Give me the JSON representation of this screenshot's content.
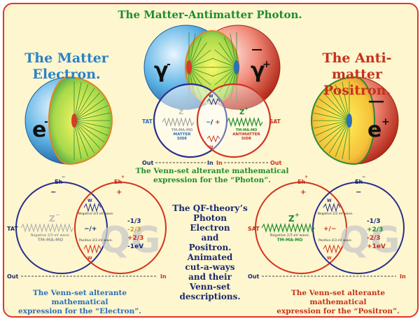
{
  "title": "The Matter-Antimatter Photon.",
  "matter_title": [
    "The Matter",
    "Electron."
  ],
  "antimatter_title": [
    "The Anti-matter",
    "Positron."
  ],
  "electron_symbol": "e",
  "electron_sup": "-",
  "positron_symbol": "e",
  "positron_sup": "+",
  "gamma": "γ",
  "gamma_sup": "-",
  "gamma_bar": "γ",
  "gamma_bar_sup": "+",
  "photon_diagram": {
    "left_label": "TAT",
    "right_label": "SAT",
    "z_left": "Z",
    "z_left_sup": "−",
    "z_right": "Z",
    "z_right_sup": "+",
    "w_top": "W",
    "w_bottom": "W",
    "matter_side": [
      "TM-MA-MO",
      "MATTER",
      "SIDE"
    ],
    "antimatter_side": [
      "TM-MA-MO",
      "ANTIMATTER",
      "SIDE"
    ],
    "center_signs": [
      "−",
      "/",
      "+"
    ],
    "out_left": "Out",
    "in_left": "In",
    "in_right": "In",
    "out_right": "Out",
    "caption": [
      "The Venn-set alterante mathematical",
      "expression for the “Photon”."
    ]
  },
  "electron_diagram": {
    "eh_left": "Eh",
    "eh_right": "Eh",
    "eh_left_sign": "−",
    "eh_right_sign": "+",
    "tat": "TAT",
    "z": "Z",
    "z_sup": "−",
    "z_caption": [
      "Negative 2/3 eV wave.",
      "TM-MA-MO"
    ],
    "w_top": "W",
    "w_top_caption": "Negative 2/3 eV wave.",
    "w_bottom": "W",
    "w_bottom_caption": "Positive 2/3 eV wave.",
    "center": "−/+",
    "values": [
      "-1/3",
      "-2/3",
      "+2/3",
      "-1eV"
    ],
    "watermark": "QG",
    "out": "Out",
    "in": "In",
    "caption": [
      "The Venn-set alterante mathematical",
      "expression for the “Electron”."
    ]
  },
  "positron_diagram": {
    "eh_left": "Eh",
    "eh_right": "Eh",
    "eh_left_sign": "+",
    "eh_right_sign": "−",
    "sat": "SAT",
    "z": "Z",
    "z_sup": "+",
    "z_caption": [
      "Negative 2/3 eV wave.",
      "TM-MA-MO"
    ],
    "w_top": "W",
    "w_top_caption": "Negative 2/3 eV wave.",
    "w_bottom": "W",
    "w_bottom_caption": "Positive 2/3 eV wave.",
    "center": "+/−",
    "values": [
      "-1/3",
      "+2/3",
      "-2/3",
      "+1eV"
    ],
    "watermark": "QG",
    "out": "Out",
    "in": "In",
    "caption": [
      "The Venn-set alterante mathematical",
      "expression for the “Positron”."
    ]
  },
  "center_text": [
    "The QF-theory’s",
    "Photon",
    "Electron",
    "and",
    "Positron.",
    "Animated",
    "cut-a-ways",
    "and their",
    "Venn-set",
    "descriptions."
  ],
  "colors": {
    "frame": "#e2352c",
    "background": "#fdf6cf",
    "green": "#1f8d2c",
    "blue": "#2b82c8",
    "red": "#c5321c",
    "navy": "#1b2a6e"
  }
}
